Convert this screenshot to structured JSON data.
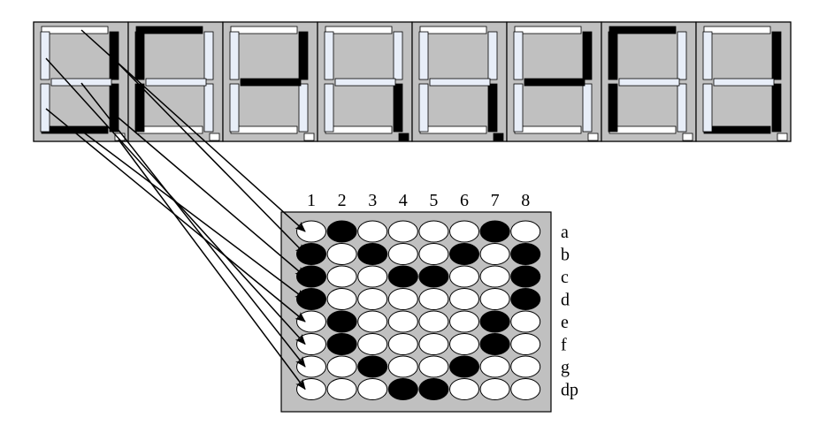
{
  "columns": [
    "1",
    "2",
    "3",
    "4",
    "5",
    "6",
    "7",
    "8"
  ],
  "rows": [
    "a",
    "b",
    "c",
    "d",
    "e",
    "f",
    "g",
    "dp"
  ],
  "colors": {
    "on": "#000000",
    "off": "#ffffff",
    "panel": "#c0c0c0",
    "off_segment": "#e8eef8",
    "stroke": "#000000"
  },
  "digits": [
    {
      "a": 0,
      "b": 1,
      "c": 1,
      "d": 1,
      "e": 0,
      "f": 0,
      "g": 0,
      "dp": 0
    },
    {
      "a": 1,
      "b": 0,
      "c": 0,
      "d": 0,
      "e": 1,
      "f": 1,
      "g": 0,
      "dp": 0
    },
    {
      "a": 0,
      "b": 1,
      "c": 0,
      "d": 0,
      "e": 0,
      "f": 0,
      "g": 1,
      "dp": 0
    },
    {
      "a": 0,
      "b": 0,
      "c": 1,
      "d": 0,
      "e": 0,
      "f": 0,
      "g": 0,
      "dp": 1
    },
    {
      "a": 0,
      "b": 0,
      "c": 1,
      "d": 0,
      "e": 0,
      "f": 0,
      "g": 0,
      "dp": 1
    },
    {
      "a": 0,
      "b": 1,
      "c": 0,
      "d": 0,
      "e": 0,
      "f": 0,
      "g": 1,
      "dp": 0
    },
    {
      "a": 1,
      "b": 0,
      "c": 0,
      "d": 0,
      "e": 1,
      "f": 1,
      "g": 0,
      "dp": 0
    },
    {
      "a": 0,
      "b": 1,
      "c": 1,
      "d": 1,
      "e": 0,
      "f": 0,
      "g": 0,
      "dp": 0
    }
  ]
}
